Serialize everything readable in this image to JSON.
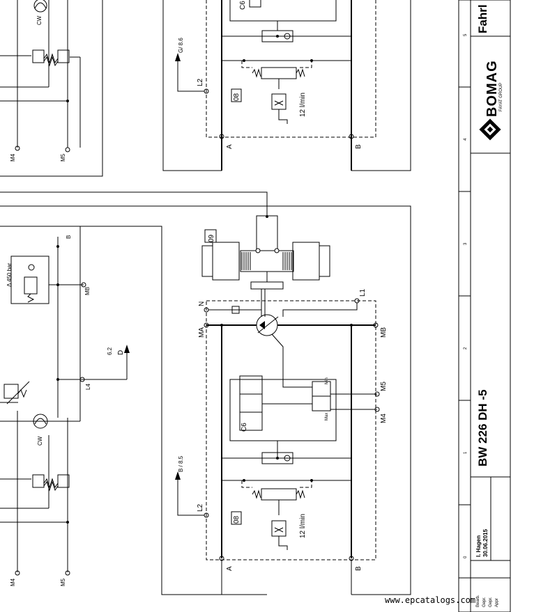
{
  "title_block": {
    "title_fragment": "Fahrl",
    "brand": "BOMAG",
    "brand_sub": "FAYAT GROUP",
    "model": "BW 226 DH -5",
    "author": "I. Hagen",
    "date": "30.06.2015",
    "row_labels": [
      "Bearb.",
      "Gepr.",
      "Gepr.",
      "Appr"
    ],
    "sheet_numbers": [
      "5",
      "4",
      "3",
      "2",
      "1",
      "0"
    ]
  },
  "watermark": "www.epcatalogs.com",
  "labels": {
    "cw": "CW",
    "m4": "M4",
    "m5": "M5",
    "ma": "MA",
    "mb": "MB",
    "a": "A",
    "b": "B",
    "n": "N",
    "l1": "L1",
    "l2": "L2",
    "l4": "L4",
    "c6": "C6",
    "g_ref": "G/ 8.6",
    "b_ref": "B / 8.5",
    "d_ref": "D",
    "d_ref_num": "6.2",
    "flow": "12 l/min",
    "pressure": "Δ 450 bar",
    "component_08": "08",
    "component_09": "09",
    "min": "Min",
    "max": "Max"
  }
}
